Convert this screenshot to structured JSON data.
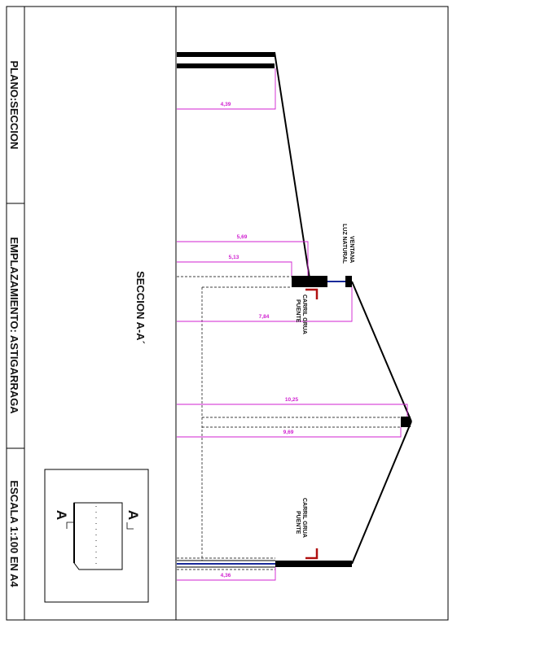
{
  "title_block": {
    "plano": "PLANO:SECCION",
    "emplazamiento": "EMPLAZAMIENTO: ASTIGARRAGA",
    "escala": "ESCALA 1:100 EN A4"
  },
  "section_title": "SECCION A-A´",
  "key_plan": {
    "left_label": "A",
    "right_label": "A"
  },
  "dimensions": [
    {
      "id": "dim-1",
      "value": "4,39"
    },
    {
      "id": "dim-2",
      "value": "5,69"
    },
    {
      "id": "dim-3",
      "value": "5,13"
    },
    {
      "id": "dim-4",
      "value": "7,84"
    },
    {
      "id": "dim-5",
      "value": "10,25"
    },
    {
      "id": "dim-6",
      "value": "9,69"
    },
    {
      "id": "dim-7",
      "value": "4,36"
    }
  ],
  "notes": {
    "ventana_line1": "VENTANA",
    "ventana_line2": "LUZ NATURAL",
    "carril_top_line1": "CARRIL GRUA",
    "carril_top_line2": "PUENTE",
    "carril_bottom_line1": "CARRIL GRUA",
    "carril_bottom_line2": "PUENTE"
  },
  "colors": {
    "dimension": "#d020d0",
    "window": "#1a2a9a",
    "crane_rail": "#b01010",
    "structure": "#000000"
  }
}
